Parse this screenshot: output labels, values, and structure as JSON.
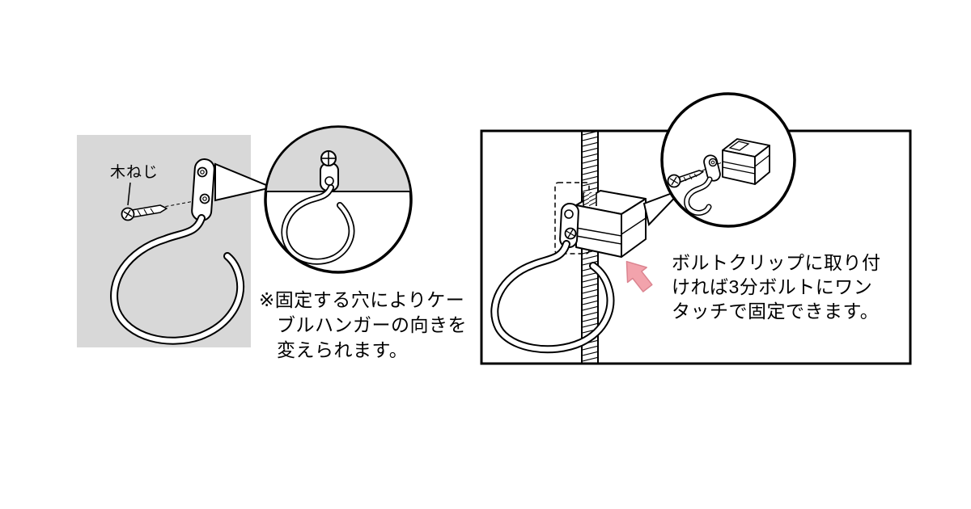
{
  "colors": {
    "panel_gray": "#d8d8d8",
    "line": "#000000",
    "arrow_pink": "#f2a3ac",
    "arrow_pink_border": "#db8490",
    "background": "#ffffff"
  },
  "left_figure": {
    "screw_label": "木ねじ",
    "note": {
      "line1": "※固定する穴によりケー",
      "line2": "ブルハンガーの向きを",
      "line3": "変えられます。"
    }
  },
  "right_figure": {
    "caption": {
      "line1": "ボルトクリップに取り付",
      "line2": "ければ3分ボルトにワン",
      "line3": "タッチで固定できます。"
    }
  }
}
